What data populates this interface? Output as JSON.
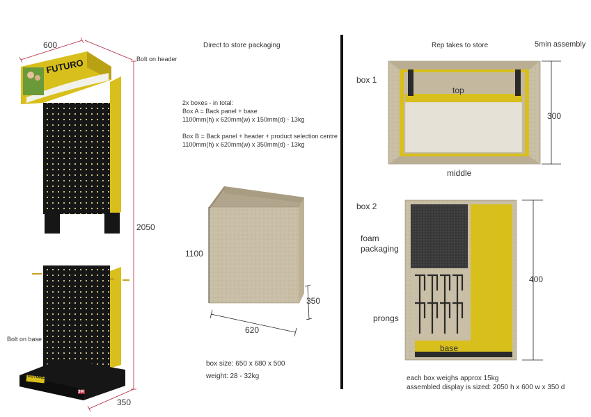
{
  "colors": {
    "yellow": "#d8bf1c",
    "dark": "#161616",
    "cardboard": "#c9bea6",
    "cardboard_dark": "#b1a68d",
    "dim": "#b0243a",
    "foam": "#3b3b3b",
    "divider": "#111111"
  },
  "left": {
    "dim_width": "600",
    "label_bolt_header": "Bolt on header",
    "dim_height": "2050",
    "label_bolt_base": "Bolt on base",
    "dim_depth": "350",
    "logo": "FUTURO",
    "logo_small": "FUTURO",
    "logo_3m": "3M"
  },
  "middle": {
    "title": "Direct to store packaging",
    "lines": [
      "2x boxes - in total:",
      "Box A = Back panel + base",
      "1100mm(h) x 620mm(w) x 150mm(d) - 13kg",
      "",
      "Box B = Back panel + header + product selection centre",
      "1100mm(h) x 620mm(w) x 350mm(d) - 13kg"
    ],
    "dim_h": "1100",
    "dim_w": "620",
    "dim_d": "350",
    "box_size": "box size: 650 x 680 x 500",
    "weight": "weight: 28 - 32kg"
  },
  "right": {
    "title": "Rep takes to store",
    "assembly": "5min assembly",
    "box1": "box 1",
    "top": "top",
    "middle": "middle",
    "dim_300": "300",
    "box2": "box 2",
    "foam": "foam\npackaging",
    "prongs": "prongs",
    "base": "base",
    "dim_400": "400",
    "footer1": "each box weighs approx 15kg",
    "footer2": "assembled display is sized: 2050 h x 600 w x 350 d"
  }
}
